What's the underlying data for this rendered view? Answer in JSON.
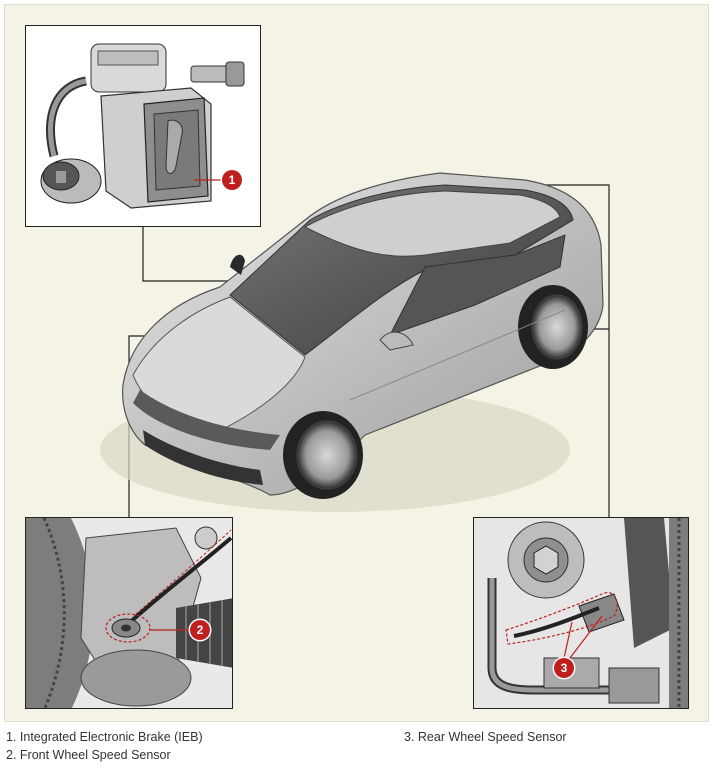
{
  "callouts": {
    "ieb": "1",
    "front_sensor": "2",
    "rear_sensor": "3"
  },
  "legend": {
    "item_1": "1. Integrated Electronic Brake (IEB)",
    "item_2": "2. Front Wheel Speed Sensor",
    "item_3": "3. Rear Wheel Speed Sensor"
  },
  "colors": {
    "background": "#f5f3e6",
    "callout": "#c0201d",
    "leader_line": "#222222",
    "car_body": "#c8c8c8"
  },
  "icons": [
    "ieb-module-illustration",
    "front-wheel-sensor-illustration",
    "rear-wheel-sensor-illustration",
    "car-illustration"
  ]
}
